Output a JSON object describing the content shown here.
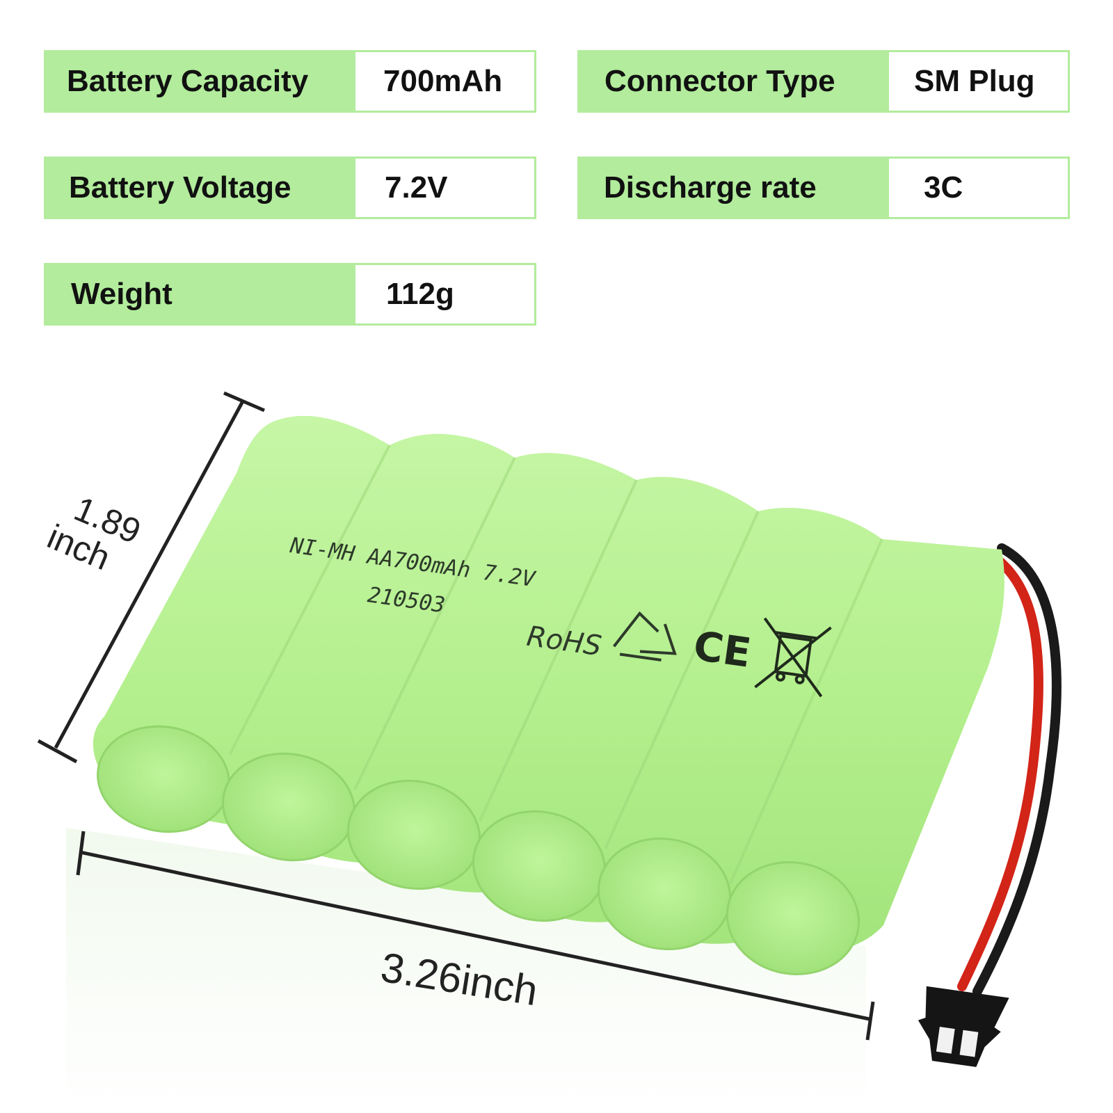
{
  "specs": [
    {
      "label": "Battery Capacity",
      "value": "700mAh"
    },
    {
      "label": "Connector Type",
      "value": "SM Plug"
    },
    {
      "label": "Battery Voltage",
      "value": "7.2V"
    },
    {
      "label": "Discharge rate",
      "value": "3C"
    },
    {
      "label": "Weight",
      "value": "112g"
    }
  ],
  "battery": {
    "print_line1": "NI-MH AA700mAh 7.2V",
    "print_line2": "210503",
    "rohs": "RoHS",
    "ce": "CE"
  },
  "dimensions": {
    "height_value": "1.89",
    "height_unit": "inch",
    "width": "3.26inch"
  },
  "colors": {
    "spec_green": "#b2ec9c",
    "battery_green": "#b7f391",
    "wire_red": "#d32418",
    "wire_black": "#1a1a1a"
  }
}
